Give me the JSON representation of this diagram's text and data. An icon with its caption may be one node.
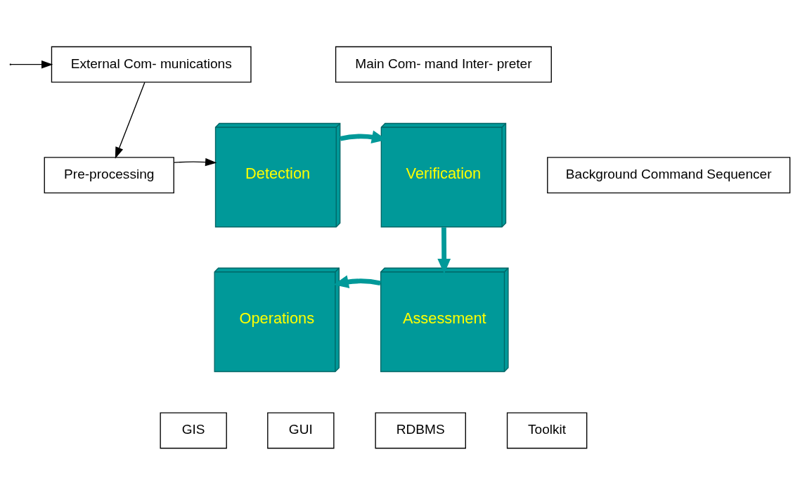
{
  "diagram": {
    "nodes": [
      {
        "text": [
          "External Com- munications"
        ]
      },
      {
        "text": [
          "Main Com- mand Inter- preter"
        ]
      },
      {
        "text": [
          "Pre-processing"
        ]
      },
      {
        "text": [
          "Detection"
        ]
      },
      {
        "text": [
          "Verification"
        ]
      },
      {
        "text": [
          "Background Command Sequencer"
        ]
      },
      {
        "text": [
          "Operations"
        ]
      },
      {
        "text": [
          "Assessment"
        ]
      },
      {
        "text": [
          "GIS"
        ]
      },
      {
        "text": [
          "GUI"
        ]
      },
      {
        "text": [
          "RDBMS"
        ]
      },
      {
        "text": [
          "Toolkit"
        ]
      }
    ],
    "edges": [
      {
        "from": null,
        "to": 0,
        "arrow": "to"
      },
      {
        "from": 0,
        "to": 2,
        "arrow": "to"
      },
      {
        "from": 2,
        "to": 3,
        "arrow": "to"
      },
      {
        "from": 3,
        "to": 4,
        "arrow": "to",
        "style": "thick",
        "color": "#009999"
      },
      {
        "from": 4,
        "to": 7,
        "arrow": "to",
        "style": "thick",
        "color": "#009999"
      },
      {
        "from": 7,
        "to": 6,
        "arrow": "to",
        "style": "thick",
        "color": "#009999"
      }
    ]
  }
}
